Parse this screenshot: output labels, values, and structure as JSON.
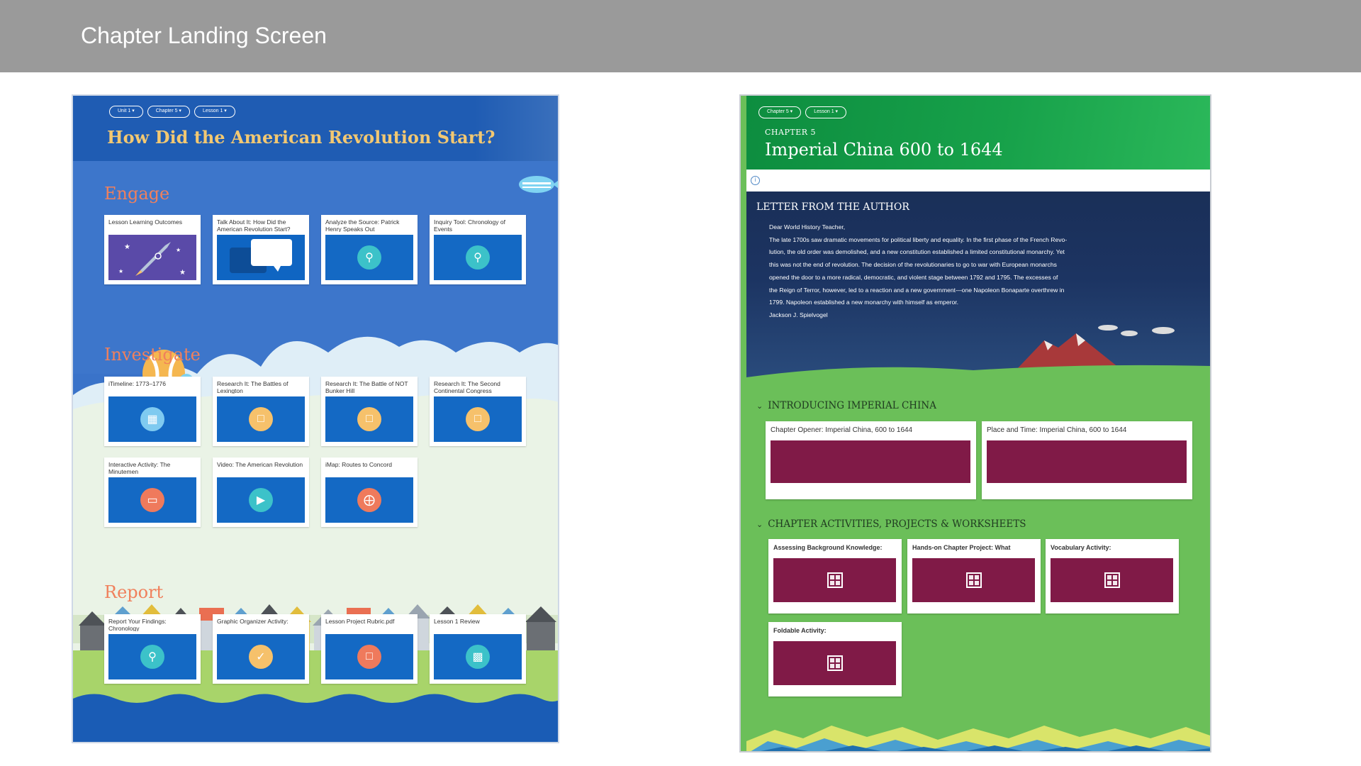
{
  "header": {
    "title": "Chapter Landing Screen"
  },
  "left": {
    "breadcrumbs": [
      "Unit 1 ▾",
      "Chapter 5 ▾",
      "Lesson 1 ▾"
    ],
    "title": "How Did the American Revolution Start?",
    "engage": {
      "heading": "Engage",
      "cards": [
        {
          "label": "Lesson Learning Outcomes",
          "icon": "rocket-icon"
        },
        {
          "label": "Talk About It: How Did the American Revolution Start?",
          "icon": "chat-bubble-icon"
        },
        {
          "label": "Analyze the Source: Patrick Henry Speaks Out",
          "icon": "magnifier-icon"
        },
        {
          "label": "Inquiry Tool: Chronology of Events",
          "icon": "magnifier-icon"
        }
      ]
    },
    "investigate": {
      "heading": "Investigate",
      "cards": [
        {
          "label": "iTimeline: 1773–1776",
          "icon": "calendar-icon"
        },
        {
          "label": "Research It: The Battles of Lexington",
          "icon": "document-icon"
        },
        {
          "label": "Research It: The Battle of NOT Bunker Hill",
          "icon": "document-icon"
        },
        {
          "label": "Research It: The Second Continental Congress",
          "icon": "document-icon"
        },
        {
          "label": "Interactive Activity: The Minutemen",
          "icon": "tablet-icon"
        },
        {
          "label": "Video: The American Revolution",
          "icon": "video-icon"
        },
        {
          "label": "iMap: Routes to Concord",
          "icon": "compass-icon"
        }
      ]
    },
    "report": {
      "heading": "Report",
      "cards": [
        {
          "label": "Report Your Findings: Chronology",
          "icon": "magnifier-icon"
        },
        {
          "label": "Graphic Organizer Activity:",
          "icon": "checklist-icon"
        },
        {
          "label": "Lesson Project Rubric.pdf",
          "icon": "document-icon"
        },
        {
          "label": "Lesson 1 Review",
          "icon": "clipboard-icon"
        }
      ]
    }
  },
  "right": {
    "breadcrumbs": [
      "Chapter 5 ▾",
      "Lesson 1 ▾"
    ],
    "chapter_label": "CHAPTER 5",
    "chapter_title": "Imperial China 600 to 1644",
    "info_icon": "info-icon",
    "letter": {
      "heading": "LETTER FROM THE AUTHOR",
      "salutation": "Dear World History Teacher,",
      "lines": [
        "The late 1700s saw dramatic movements for political liberty and equality. In the first phase of the French Revo-",
        "lution, the old order was demolished, and a new constitution established a limited constitutional monarchy. Yet",
        "this was not the end of revolution. The decision of the revolutionaries to go to war with European monarchs",
        "opened the door to a more radical, democratic, and violent stage between 1792 and 1795. The excesses of",
        "the Reign of Terror, however, led to a reaction and a new government—one Napoleon Bonaparte overthrew in",
        "1799. Napoleon established a new monarchy with himself as emperor."
      ],
      "signature": "Jackson J. Spielvogel"
    },
    "introducing": {
      "heading": "INTRODUCING IMPERIAL CHINA",
      "cards": [
        {
          "label": "Chapter Opener: Imperial China, 600 to 1644"
        },
        {
          "label": "Place and Time: Imperial China, 600 to 1644"
        }
      ]
    },
    "activities": {
      "heading": "CHAPTER ACTIVITIES, PROJECTS & WORKSHEETS",
      "cards": [
        {
          "label": "Assessing Background Knowledge:",
          "icon": "grid-icon"
        },
        {
          "label": "Hands-on Chapter Project: What",
          "icon": "grid-icon"
        },
        {
          "label": "Vocabulary Activity:",
          "icon": "grid-icon"
        },
        {
          "label": "Foldable Activity:",
          "icon": "grid-icon"
        }
      ]
    }
  }
}
